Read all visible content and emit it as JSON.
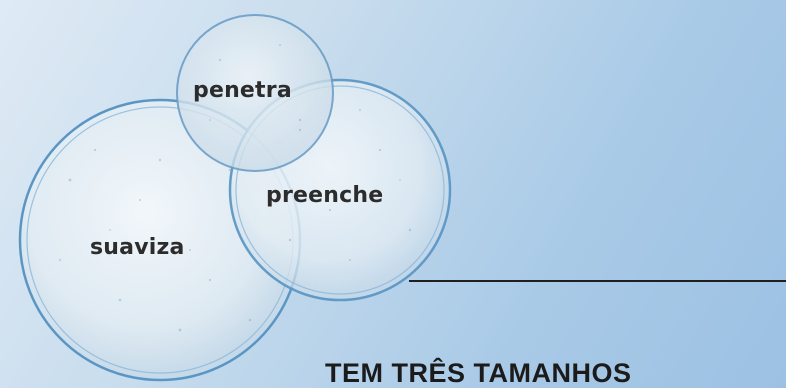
{
  "labels": {
    "penetra": "penetra",
    "preenche": "preenche",
    "suaviza": "suaviza"
  },
  "heading": "TEM TRÊS TAMANHOS",
  "colors": {
    "background_light": "#dfeaf5",
    "background_dark": "#9cc1e3",
    "sphere_stroke": "#5a96c4",
    "text": "#2c2c2c",
    "divider": "#1f1f1f"
  }
}
